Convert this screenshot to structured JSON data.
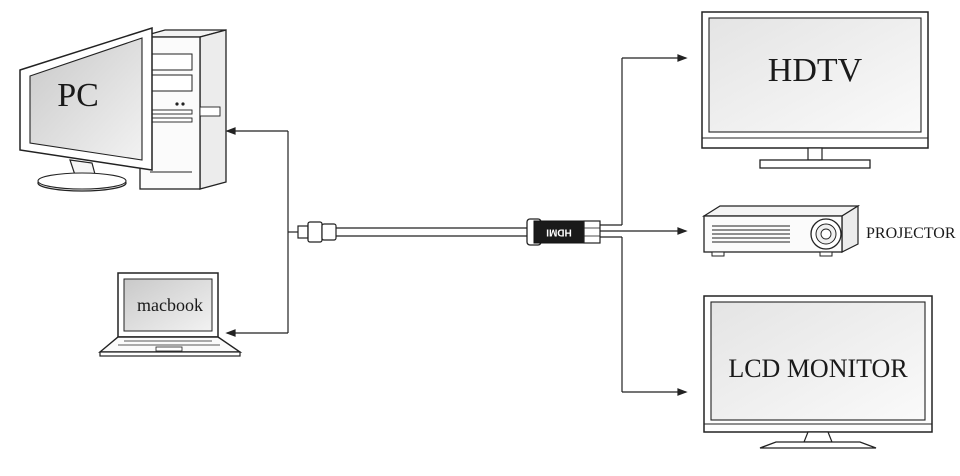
{
  "devices": {
    "pc_label": "PC",
    "macbook_label": "macbook",
    "hdtv_label": "HDTV",
    "projector_label": "PROJECTOR",
    "lcd_label": "LCD MONITOR"
  },
  "cable": {
    "hdmi_text": "HDMI"
  }
}
